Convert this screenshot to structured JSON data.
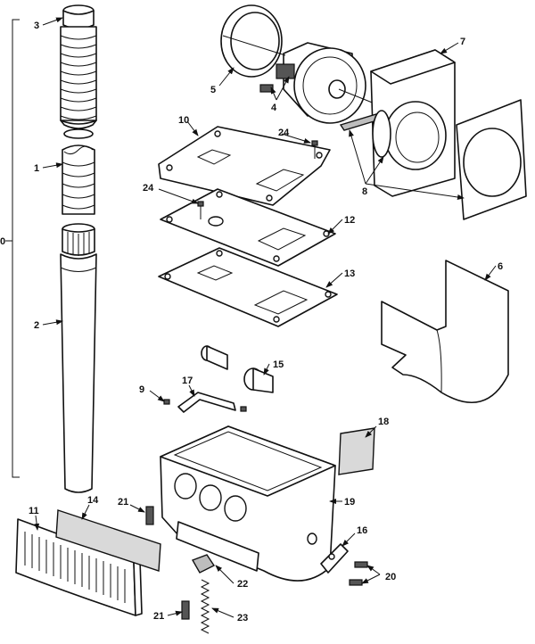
{
  "callouts": {
    "c0": "0",
    "c1": "1",
    "c2": "2",
    "c3": "3",
    "c4": "4",
    "c5": "5",
    "c6": "6",
    "c7": "7",
    "c8": "8",
    "c9": "9",
    "c10": "10",
    "c11": "11",
    "c12": "12",
    "c13": "13",
    "c14": "14",
    "c15": "15",
    "c16": "16",
    "c17": "17",
    "c18": "18",
    "c19": "19",
    "c20": "20",
    "c21a": "21",
    "c21b": "21",
    "c22": "22",
    "c23": "23",
    "c24a": "24",
    "c24b": "24"
  },
  "colors": {
    "line": "#111111",
    "shade": "#bdbdbd",
    "background": "#ffffff"
  }
}
